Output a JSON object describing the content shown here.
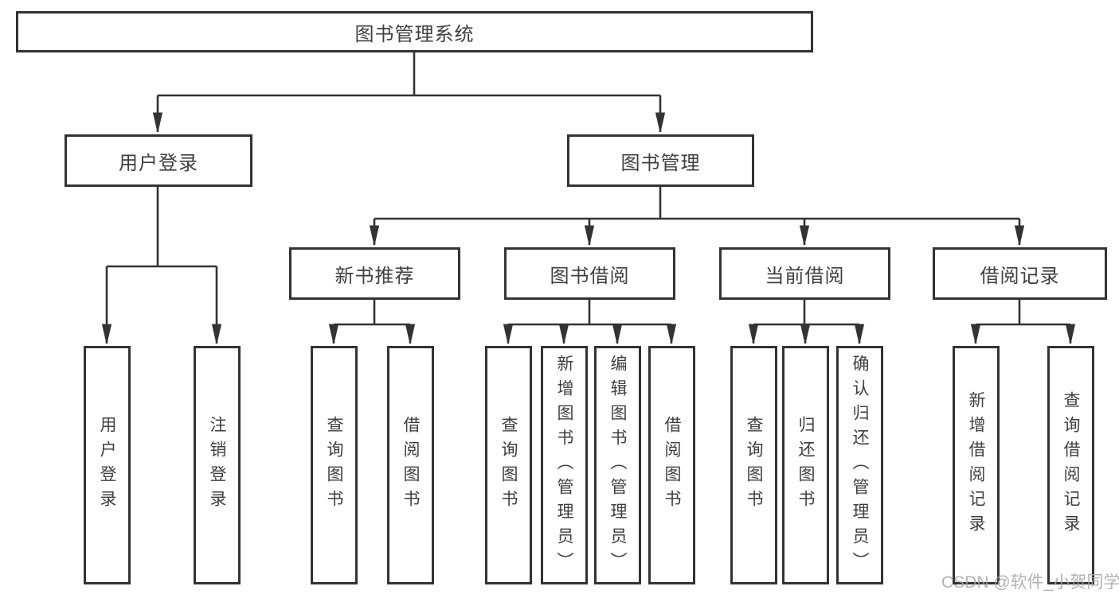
{
  "diagram": {
    "root": {
      "label": "图书管理系统"
    },
    "level2": [
      {
        "label": "用户登录"
      },
      {
        "label": "图书管理"
      }
    ],
    "level3": [
      {
        "label": "新书推荐"
      },
      {
        "label": "图书借阅"
      },
      {
        "label": "当前借阅"
      },
      {
        "label": "借阅记录"
      }
    ],
    "leaves": {
      "user_login": [
        {
          "label": "用户登录"
        },
        {
          "label": "注销登录"
        }
      ],
      "new_book_recommend": [
        {
          "label": "查询图书"
        },
        {
          "label": "借阅图书"
        }
      ],
      "book_borrow": [
        {
          "label": "查询图书"
        },
        {
          "label": "新增图书（管理员）"
        },
        {
          "label": "编辑图书（管理员）"
        },
        {
          "label": "借阅图书"
        }
      ],
      "current_borrow": [
        {
          "label": "查询图书"
        },
        {
          "label": "归还图书"
        },
        {
          "label": "确认归还（管理员）"
        }
      ],
      "borrow_record": [
        {
          "label": "新增借阅记录"
        },
        {
          "label": "查询借阅记录"
        }
      ]
    }
  },
  "watermark": {
    "text": "CSDN @软件_小贺同学"
  },
  "colors": {
    "line": "#333333",
    "text": "#3f3f3f",
    "watermark": "#a5a5a5",
    "background": "#ffffff"
  }
}
